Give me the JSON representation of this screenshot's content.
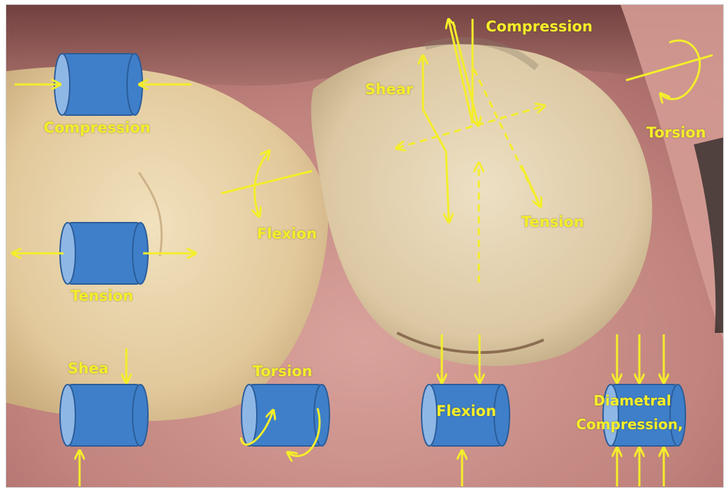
{
  "colors": {
    "arrow": "#f4ee2a",
    "cylinder": "#3f7fc9",
    "cylinder_cap": "#8fb7e6",
    "cylinder_edge": "#2b5d9a",
    "gum": "#c58a84",
    "tooth": "#e8d3aa"
  },
  "cylinder_labels": {
    "compression": "Compression",
    "tension": "Tension",
    "shear": "Shea",
    "torsion": "Torsion",
    "flexion": "Flexion",
    "diametral_line1": "Diametral",
    "diametral_line2": "Compression,"
  },
  "tooth_labels": {
    "compression": "Compression",
    "shear": "Shear",
    "tension": "Tension",
    "torsion": "Torsion",
    "flexion": "Flexion"
  }
}
